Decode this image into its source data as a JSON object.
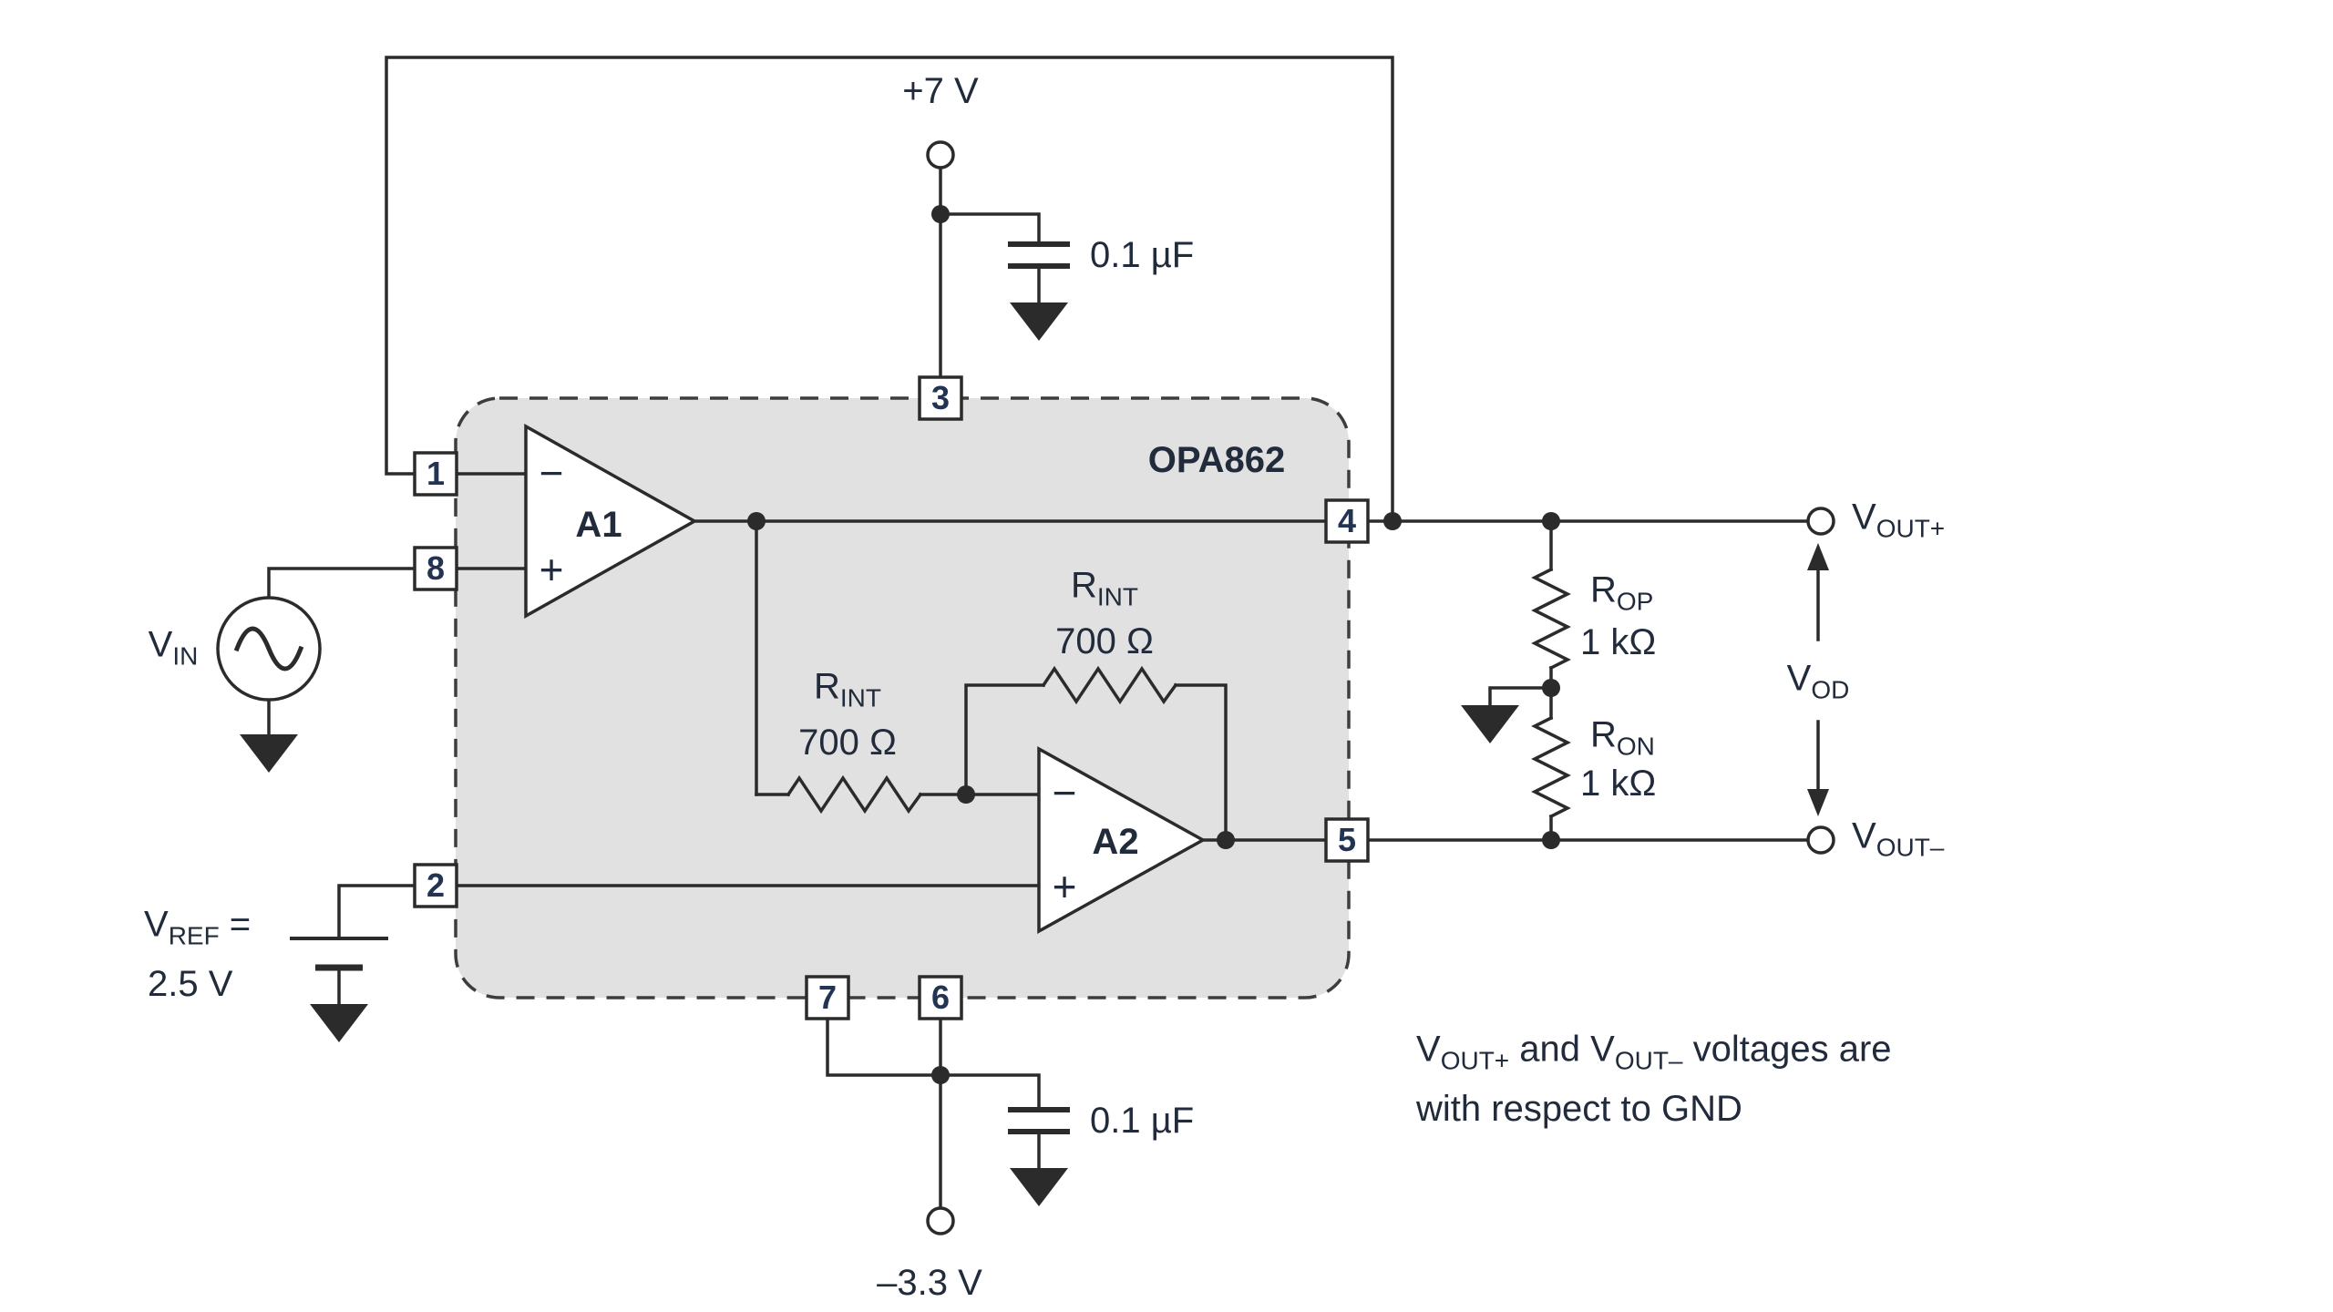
{
  "colors": {
    "wire": "#2b2b2b",
    "text": "#222b3c",
    "pin_text": "#233352",
    "box_fill": "#e1e1e1",
    "box_stroke": "#3d3d3d",
    "bg": "#ffffff"
  },
  "chip": {
    "name": "OPA862"
  },
  "pins": {
    "p1": "1",
    "p2": "2",
    "p3": "3",
    "p4": "4",
    "p5": "5",
    "p6": "6",
    "p7": "7",
    "p8": "8"
  },
  "amps": {
    "a1": {
      "label": "A1",
      "minus": "−",
      "plus": "+"
    },
    "a2": {
      "label": "A2",
      "minus": "−",
      "plus": "+"
    }
  },
  "power": {
    "vpos": "+7 V",
    "vneg": "–3.3 V",
    "cap_top": "0.1 µF",
    "cap_bottom": "0.1 µF"
  },
  "source": {
    "vin_base": "V",
    "vin_sub": "IN"
  },
  "vref": {
    "base": "V",
    "sub": "REF",
    "eq": " =",
    "value": "2.5 V"
  },
  "resistors": {
    "rint_left": {
      "base": "R",
      "sub": "INT",
      "value": "700 Ω"
    },
    "rint_top": {
      "base": "R",
      "sub": "INT",
      "value": "700 Ω"
    },
    "rop": {
      "base": "R",
      "sub": "OP",
      "value": "1 kΩ"
    },
    "ron": {
      "base": "R",
      "sub": "ON",
      "value": "1 kΩ"
    }
  },
  "outputs": {
    "voutp_base": "V",
    "voutp_sub": "OUT+",
    "voutn_base": "V",
    "voutn_sub": "OUT–",
    "vod_base": "V",
    "vod_sub": "OD"
  },
  "note": {
    "p1": "V",
    "s1": "OUT+",
    "p2": " and V",
    "s2": "OUT–",
    "p3": " voltages are",
    "line2": "with respect to GND"
  }
}
